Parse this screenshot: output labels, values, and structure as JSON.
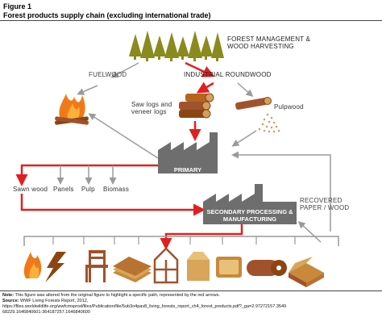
{
  "figure": {
    "label": "Figure 1",
    "title": "Forest products supply chain (excluding international trade)"
  },
  "nodes": {
    "forest_management": "FOREST MANAGEMENT & WOOD HARVESTING",
    "fuelwood": "FUELWOOD",
    "industrial_roundwood": "INDUSTRIAL ROUNDWOOD",
    "saw_logs": "Saw logs and veneer logs",
    "pulpwood": "Pulpwood",
    "primary_processing": "PRIMARY PROCESSING",
    "secondary_processing": "SECONDARY PROCESSING & MANUFACTURING",
    "recovered": "RECOVERED PAPER / WOOD"
  },
  "primary_products": [
    "Sawn wood",
    "Panels",
    "Pulp",
    "Biomass"
  ],
  "colors": {
    "red_arrow": "#e02020",
    "gray_arrow": "#9a9a9a",
    "tree_green": "#8a8a1f",
    "wood_brown": "#a0522d",
    "factory_gray": "#6e6e6e",
    "fire_orange": "#f07a1a"
  },
  "icons": [
    "fire-icon",
    "lightning-icon",
    "chair-icon",
    "plywood-icon",
    "panel-icon",
    "house-frame-icon",
    "milk-carton-icon",
    "bread-icon",
    "toilet-roll-icon",
    "cardboard-box-icon"
  ],
  "footer": {
    "note_label": "Note:",
    "note_text": "This figure was altered from the original figure to highlight a specific path, represented by the red arrows.",
    "source_label": "Source:",
    "source_text": "WWF Living Forests Report, 2012,",
    "url_line1": "https://files.worldwildlife.org/wwfcmsprod/files/Publication/file/5ub3o4pav8_living_forests_report_ch4_forest_products.pdf?_ga=2.97272157.3549",
    "url_line2": "68229.1646840601-364187257.1646840600"
  }
}
